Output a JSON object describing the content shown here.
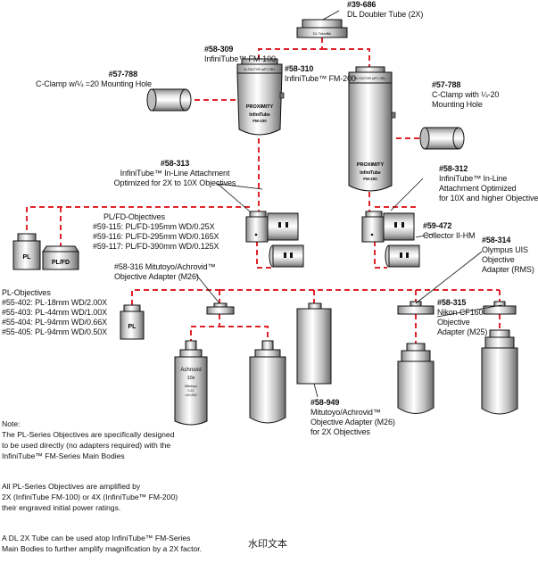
{
  "products": {
    "dl_doubler": {
      "num": "#39-686",
      "name": "DL Doubler Tube (2X)",
      "body_text": "DL TubeBlk"
    },
    "fm100": {
      "num": "#58-309",
      "name": "InfiniTube™ FM-100",
      "body_brand": "PROXIMITY",
      "body_model": "InfiniTube",
      "body_sub": "FM-100",
      "cap_text": "DL FACTOR w/PL OBJ."
    },
    "fm200": {
      "num": "#58-310",
      "name": "InfiniTube™ FM-200",
      "body_brand": "PROXIMITY",
      "body_model": "InfiniTube",
      "body_sub": "FM-200",
      "cap_text": "DL FACTOR w/PL OBJ."
    },
    "clamp_left": {
      "num": "#57-788",
      "name": "C-Clamp w/¼ =20 Mounting Hole"
    },
    "clamp_right": {
      "num": "#57-788",
      "line1": "C-Clamp with ¼-20",
      "line2": "Mounting Hole"
    },
    "inline_313": {
      "num": "#58-313",
      "line1": "InfiniTube™ In-Line Attachment",
      "line2": "Optimized for 2X to 10X Objectives"
    },
    "inline_312": {
      "num": "#58-312",
      "line1": "InfiniTube™ In-Line",
      "line2": "Attachment Optimized",
      "line3": "for 10X and higher Objectives"
    },
    "collector": {
      "num": "#59-472",
      "name": "Collector II-HM"
    },
    "plfd": {
      "title": "PL/FD-Objectives",
      "items": [
        "#59-115: PL/FD-195mm WD/0.25X",
        "#59-116: PL/FD-295mm WD/0.165X",
        "#59-117: PL/FD-390mm WD/0.125X"
      ]
    },
    "pl_small_label": "PL",
    "plfd_small_label": "PL/FD",
    "mitutoyo_adapter": {
      "num": "#58-316",
      "line1": "Mitutoyo/Achrovid™",
      "line2": "Objective Adapter (M26)"
    },
    "olympus": {
      "num": "#58-314",
      "line1": "Olympus UIS",
      "line2": "Objective",
      "line3": "Adapter (RMS)"
    },
    "nikon": {
      "num": "#58-315",
      "line1": "Nikon CF160",
      "line2": "Objective",
      "line3": "Adapter (M25)"
    },
    "pl_objectives": {
      "title": "PL-Objectives",
      "items": [
        "#55-402: PL-18mm WD/2.00X",
        "#55-403: PL-44mm WD/1.00X",
        "#55-404: PL-94mm WD/0.66X",
        "#55-405: PL-94mm WD/0.50X"
      ]
    },
    "mitutoyo_949": {
      "num": "#58-949",
      "line1": "Mitutoyo/Achrovid™",
      "line2": "Objective Adapter (M26)",
      "line3": "for 2X Objectives"
    },
    "achrovid_obj": {
      "line1": "Achrovid",
      "line2": "10x",
      "line3": "Mitutoyo",
      "line4": "0.21",
      "line5": "∞/f=200"
    }
  },
  "notes": [
    "Note:",
    "The PL-Series Objectives are specifically designed",
    "to be used directly (no adapters required) with the",
    "InfiniTube™ FM-Series Main Bodies",
    "",
    "All PL-Series Objectives are amplified by",
    "2X (InfiniTube FM-100) or 4X (InfiniTube™ FM-200)",
    "their engraved initial power ratings.",
    "",
    "A DL 2X Tube can be used atop InfiniTube™ FM-Series",
    "Main Bodies to further amplify magnification by a 2X factor."
  ],
  "watermark": "水印文本",
  "colors": {
    "connector": "#e0232a",
    "metal_dark": "#6e6e6e",
    "metal_light": "#f2f2f2",
    "outline": "#111111"
  }
}
